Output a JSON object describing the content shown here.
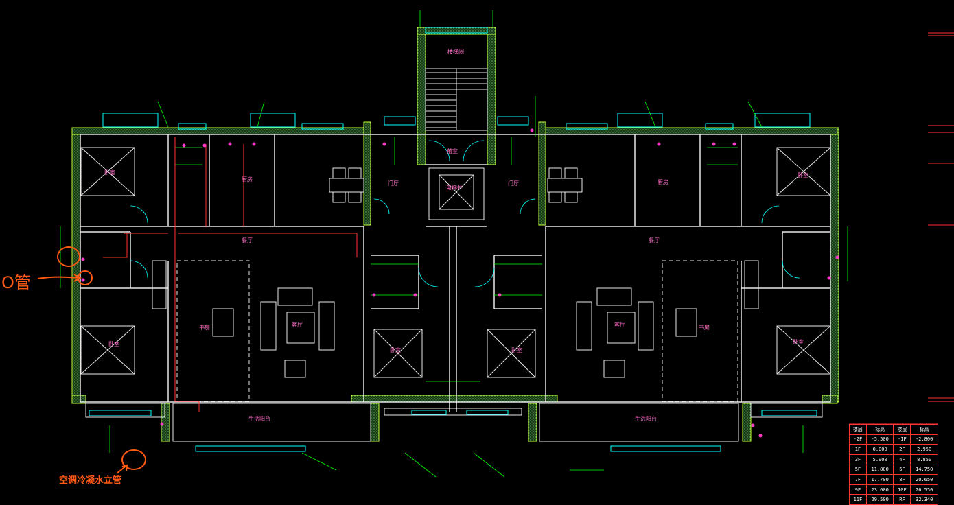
{
  "rooms": {
    "bedroom_nw": "卧室",
    "bedroom_sw": "卧室",
    "bedroom_mid_left": "卧室",
    "bedroom_mid_right": "卧室",
    "bedroom_ne": "卧室",
    "bedroom_se": "卧室",
    "kitchen_left": "厨房",
    "kitchen_right": "厨房",
    "living_left": "客厅",
    "living_right": "客厅",
    "dining_left": "餐厅",
    "dining_right": "餐厅",
    "study_left": "书房",
    "study_right": "书房",
    "balcony_left": "生活阳台",
    "balcony_right": "生活阳台",
    "stair": "楼梯间",
    "elevator": "电梯井",
    "lobby": "前室",
    "hall_left": "门厅",
    "hall_right": "门厅"
  },
  "annotations": {
    "o_pipe": "O管",
    "ac_riser": "空调冷凝水立管"
  },
  "elevation_table": {
    "header": [
      "楼层",
      "标高",
      "楼层",
      "标高"
    ],
    "rows": [
      [
        "-2F",
        "-5.500",
        "-1F",
        "-2.800"
      ],
      [
        "1F",
        "0.000",
        "2F",
        "2.950"
      ],
      [
        "3F",
        "5.900",
        "4F",
        "8.850"
      ],
      [
        "5F",
        "11.800",
        "6F",
        "14.750"
      ],
      [
        "7F",
        "17.700",
        "8F",
        "20.650"
      ],
      [
        "9F",
        "23.600",
        "10F",
        "26.550"
      ],
      [
        "11F",
        "29.500",
        "RF",
        "32.340"
      ]
    ]
  },
  "colors": {
    "background": "#000000",
    "walls": "#e8e8e8",
    "green_lines": "#00ff00",
    "pink_text": "#ff6ec7",
    "red_pipes": "#ff3333",
    "cyan_windows": "#00ffff",
    "annotation_orange": "#ff5a14"
  }
}
